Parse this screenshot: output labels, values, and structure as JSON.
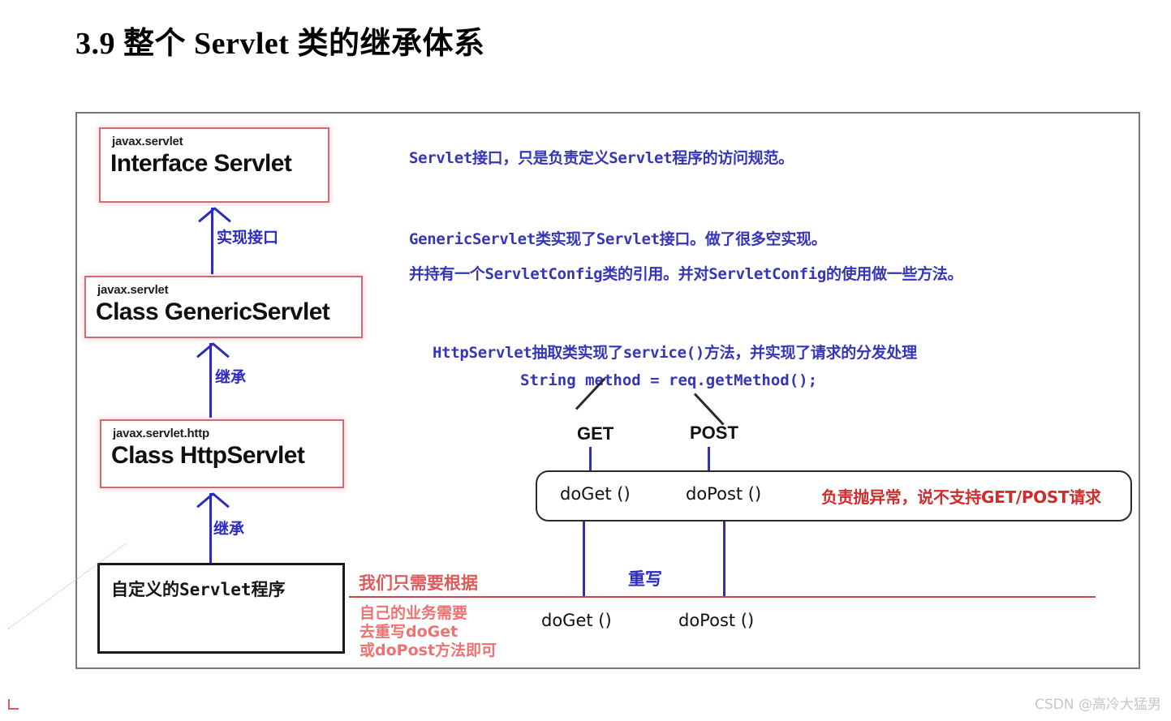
{
  "title": "3.9  整个 Servlet 类的继承体系",
  "classes": [
    {
      "package": "javax.servlet",
      "name": "Interface Servlet"
    },
    {
      "package": "javax.servlet",
      "name": "Class GenericServlet"
    },
    {
      "package": "javax.servlet.http",
      "name": "Class HttpServlet"
    }
  ],
  "custom_box": {
    "label": "自定义的Servlet程序"
  },
  "arrows": {
    "implement": "实现接口",
    "inherit_generic": "继承",
    "inherit_http": "继承"
  },
  "notes": {
    "servlet": "Servlet接口，只是负责定义Servlet程序的访问规范。",
    "generic_line1": "GenericServlet类实现了Servlet接口。做了很多空实现。",
    "generic_line2": "并持有一个ServletConfig类的引用。并对ServletConfig的使用做一些方法。",
    "http": "HttpServlet抽取类实现了service()方法，并实现了请求的分发处理",
    "get_method_code": "String method = req.getMethod();",
    "throw_exception": "负责抛异常，说不支持GET/POST请求",
    "need_based_on": "我们只需要根据",
    "rewrite_methods": "自己的业务需要\n去重写doGet\n或doPost方法即可",
    "override": "重写"
  },
  "branches": {
    "get_label": "GET",
    "post_label": "POST",
    "do_get_top": "doGet ()",
    "do_post_top": "doPost ()",
    "do_get_bottom": "doGet ()",
    "do_post_bottom": "doPost ()"
  },
  "watermark": "CSDN @高冷大猛男",
  "colors": {
    "class_border": "#cf6b72",
    "arrow_blue": "#2b2bbd",
    "note_blue": "#3535b8",
    "note_red": "#e0565c",
    "throw_red": "#d12b2b",
    "frame_gray": "#777777"
  }
}
